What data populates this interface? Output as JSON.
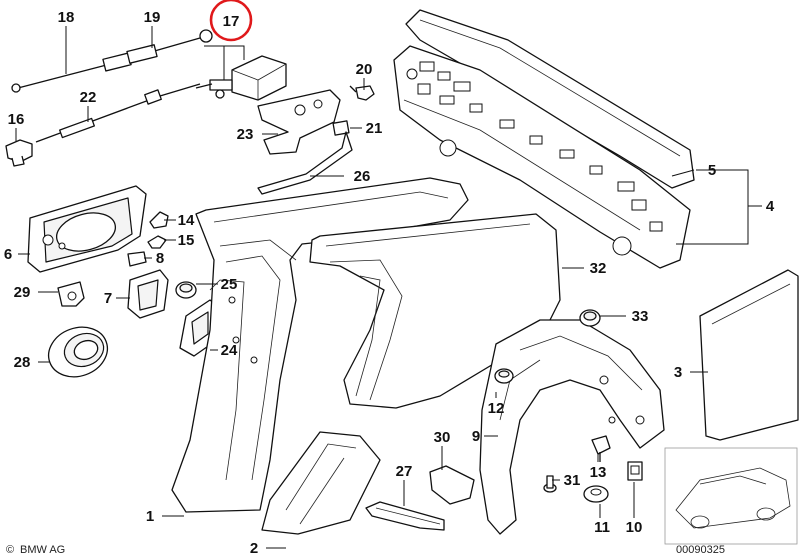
{
  "brand": "BMW AG",
  "catalog_number": "00090325",
  "highlighted_callout": "17",
  "highlight_color": "#e0191b",
  "callouts": {
    "c1": "1",
    "c2": "2",
    "c3": "3",
    "c4": "4",
    "c5": "5",
    "c6": "6",
    "c7": "7",
    "c8": "8",
    "c9": "9",
    "c10": "10",
    "c11": "11",
    "c12": "12",
    "c13": "13",
    "c14": "14",
    "c15": "15",
    "c16": "16",
    "c17": "17",
    "c18": "18",
    "c19": "19",
    "c20": "20",
    "c21": "21",
    "c22": "22",
    "c23": "23",
    "c24": "24",
    "c25": "25",
    "c26": "26",
    "c27": "27",
    "c28": "28",
    "c29": "29",
    "c30": "30",
    "c31": "31",
    "c32": "32",
    "c33": "33"
  }
}
